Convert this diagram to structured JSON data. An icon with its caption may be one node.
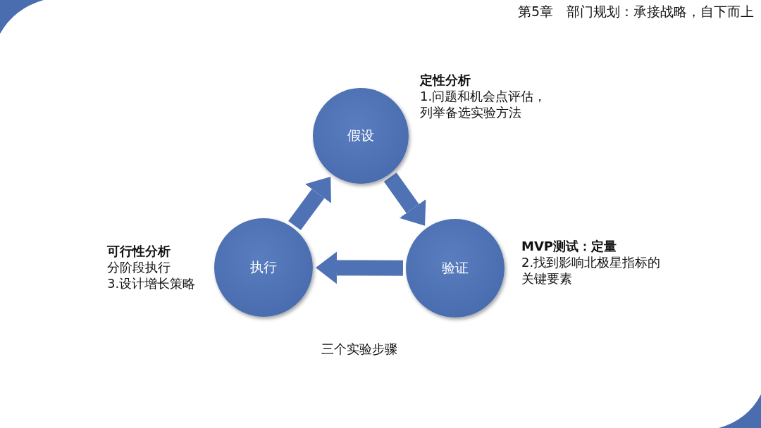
{
  "diagram": {
    "title": "第5章　部门规划：承接战略，自下而上",
    "nodes": [
      {
        "text": [
          "假设"
        ],
        "beside": [
          "定性分析",
          "1.问题和机会点评估，列举备选实验方法"
        ]
      },
      {
        "text": [
          "验证"
        ],
        "beside": [
          "MVP测试：定量",
          "2.找到影响北极星指标的关键要素"
        ]
      },
      {
        "text": [
          "执行"
        ],
        "beside": [
          "可行性分析",
          "分阶段执行",
          "3.设计增长策略"
        ]
      }
    ],
    "edges": [
      {
        "from": 0,
        "to": 1,
        "arrow": "to"
      },
      {
        "from": 1,
        "to": 2,
        "arrow": "to"
      },
      {
        "from": 2,
        "to": 0,
        "arrow": "to"
      }
    ],
    "labels": [
      "三个实验步骤"
    ]
  }
}
